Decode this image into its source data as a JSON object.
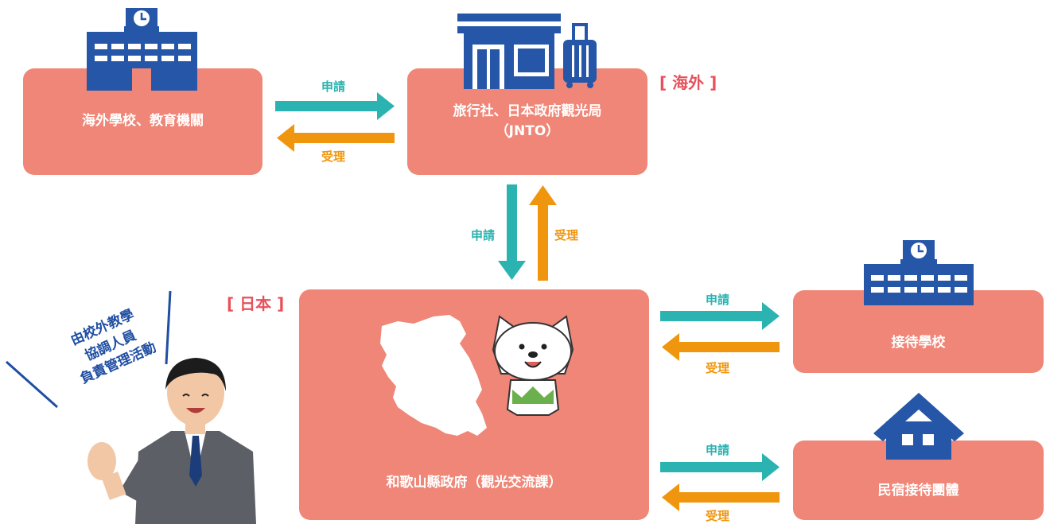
{
  "nodes": {
    "overseas_school": "海外學校、教育機關",
    "travel_agency_line1": "旅行社、日本政府觀光局",
    "travel_agency_line2": "（JNTO）",
    "wakayama_gov": "和歌山縣政府（觀光交流課）",
    "host_school": "接待學校",
    "homestay": "民宿接待團體"
  },
  "labels": {
    "apply": "申請",
    "accept": "受理"
  },
  "regions": {
    "overseas": "[ 海外 ]",
    "japan": "[ 日本 ]"
  },
  "callout": {
    "line1": "由校外教學",
    "line2": "協調人員",
    "line3": "負責管理活動"
  },
  "colors": {
    "box": "#ef8677",
    "apply_arrow": "#2bb3b1",
    "accept_arrow": "#f0960e",
    "icon_blue": "#2556a8",
    "region_text": "#e8505b"
  },
  "icons": [
    "school-building-icon",
    "travel-agency-icon",
    "suitcase-icon",
    "house-icon",
    "wakayama-map-icon",
    "mascot-icon",
    "person-waving-icon"
  ]
}
